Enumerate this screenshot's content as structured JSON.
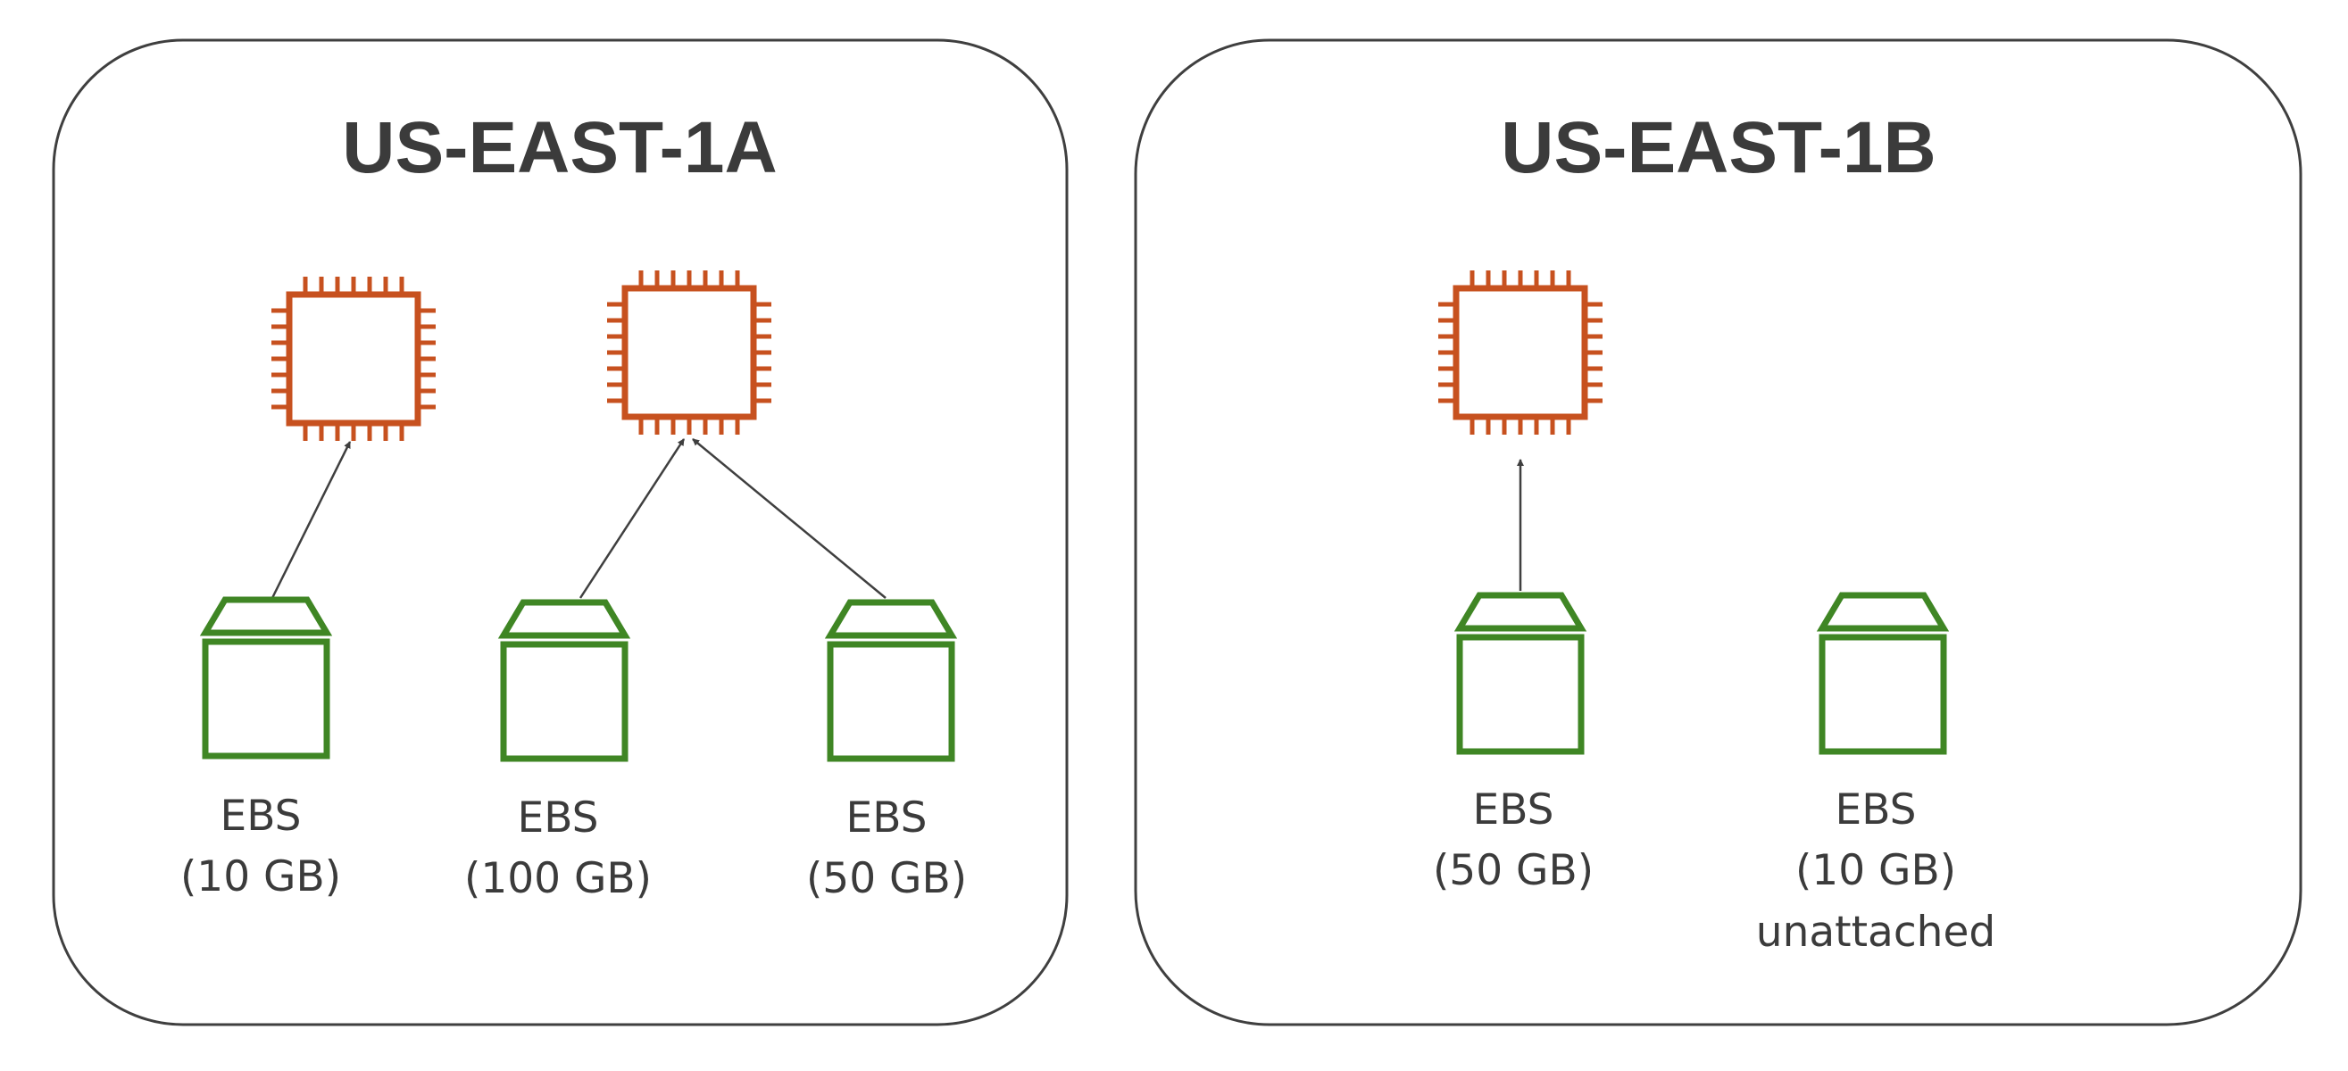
{
  "colors": {
    "instance": "#c7511f",
    "volume": "#3f8624",
    "border": "#3f3f3f",
    "text": "#3b3b3b"
  },
  "zones": [
    {
      "title": "US-EAST-1A",
      "instances": [
        {
          "icon": "ec2-instance-icon"
        },
        {
          "icon": "ec2-instance-icon"
        }
      ],
      "volumes": [
        {
          "icon": "ebs-volume-icon",
          "name": "EBS",
          "size": "(10 GB)",
          "attached_to_instance": 1
        },
        {
          "icon": "ebs-volume-icon",
          "name": "EBS",
          "size": "(100 GB)",
          "attached_to_instance": 2
        },
        {
          "icon": "ebs-volume-icon",
          "name": "EBS",
          "size": "(50 GB)",
          "attached_to_instance": 2
        }
      ]
    },
    {
      "title": "US-EAST-1B",
      "instances": [
        {
          "icon": "ec2-instance-icon"
        }
      ],
      "volumes": [
        {
          "icon": "ebs-volume-icon",
          "name": "EBS",
          "size": "(50 GB)",
          "attached_to_instance": 1
        },
        {
          "icon": "ebs-volume-icon",
          "name": "EBS",
          "size": "(10 GB)",
          "status": "unattached"
        }
      ]
    }
  ]
}
